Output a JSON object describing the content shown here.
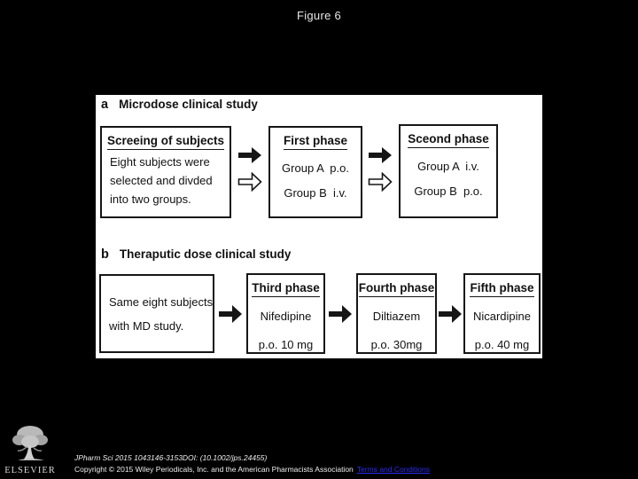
{
  "slide": {
    "title": "Figure 6"
  },
  "colors": {
    "background": "#000000",
    "figure_background": "#ffffff",
    "figure_text": "#111111",
    "footer_text": "#ededed",
    "link": "#2b2bf0"
  },
  "figure": {
    "panel_a": {
      "letter": "a",
      "label": "Microdose clinical study",
      "box1": {
        "title": "Screeing of subjects",
        "lines": [
          "Eight subjects were",
          "selected and divded",
          "into two groups."
        ]
      },
      "box2": {
        "title": "First phase",
        "rows": [
          "Group A  p.o.",
          "Group B  i.v."
        ]
      },
      "box3": {
        "title": "Sceond phase",
        "rows": [
          "Group A  i.v.",
          "Group B  p.o."
        ]
      }
    },
    "panel_b": {
      "letter": "b",
      "label": "Theraputic dose clinical study",
      "box1": {
        "lines": [
          "Same eight subjects",
          "with MD study."
        ]
      },
      "box2": {
        "title": "Third phase",
        "drug": "Nifedipine",
        "dose": "p.o. 10 mg"
      },
      "box3": {
        "title": "Fourth phase",
        "drug": "Diltiazem",
        "dose": "p.o. 30mg"
      },
      "box4": {
        "title": "Fifth phase",
        "drug": "Nicardipine",
        "dose": "p.o. 40 mg"
      }
    }
  },
  "footer": {
    "citation": "JPharm Sci 2015 1043146-3153DOI: (10.1002/jps.24455)",
    "copyright": "Copyright © 2015 Wiley Periodicals, Inc. and the American Pharmacists Association",
    "terms_link": "Terms and Conditions",
    "logo_text": "ELSEVIER"
  },
  "icons": {
    "solid_arrow": "arrow-right-solid-icon",
    "hollow_arrow": "arrow-right-hollow-icon",
    "logo_tree": "elsevier-tree-icon"
  }
}
